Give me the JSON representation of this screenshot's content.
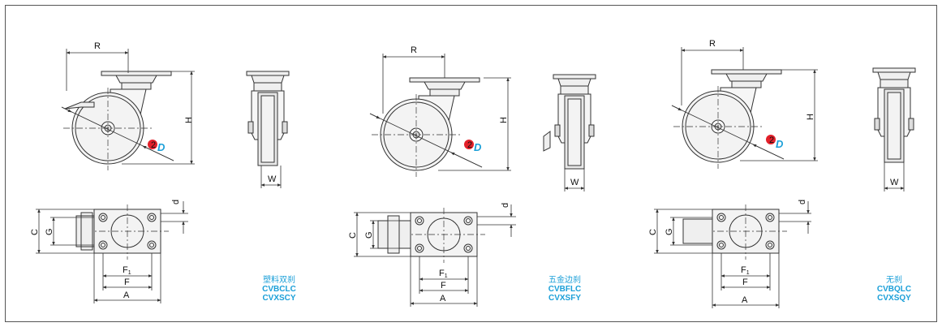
{
  "colors": {
    "accent": "#1a9fd8",
    "marker": "#e3202a",
    "line": "#333333",
    "fill": "#efefef"
  },
  "dimension_labels": {
    "R": "R",
    "H": "H",
    "W": "W",
    "D": "D",
    "d": "d",
    "C": "C",
    "G": "G",
    "F1": "F",
    "F1_sub": "1",
    "F": "F",
    "A": "A",
    "marker_number": "2"
  },
  "variants": [
    {
      "name": "塑料双刹",
      "codes": [
        "CVBCLC",
        "CVXSCY"
      ]
    },
    {
      "name": "五金边刹",
      "codes": [
        "CVBFLC",
        "CVXSFY"
      ]
    },
    {
      "name": "无刹",
      "codes": [
        "CVBQLC",
        "CVXSQY"
      ]
    }
  ]
}
